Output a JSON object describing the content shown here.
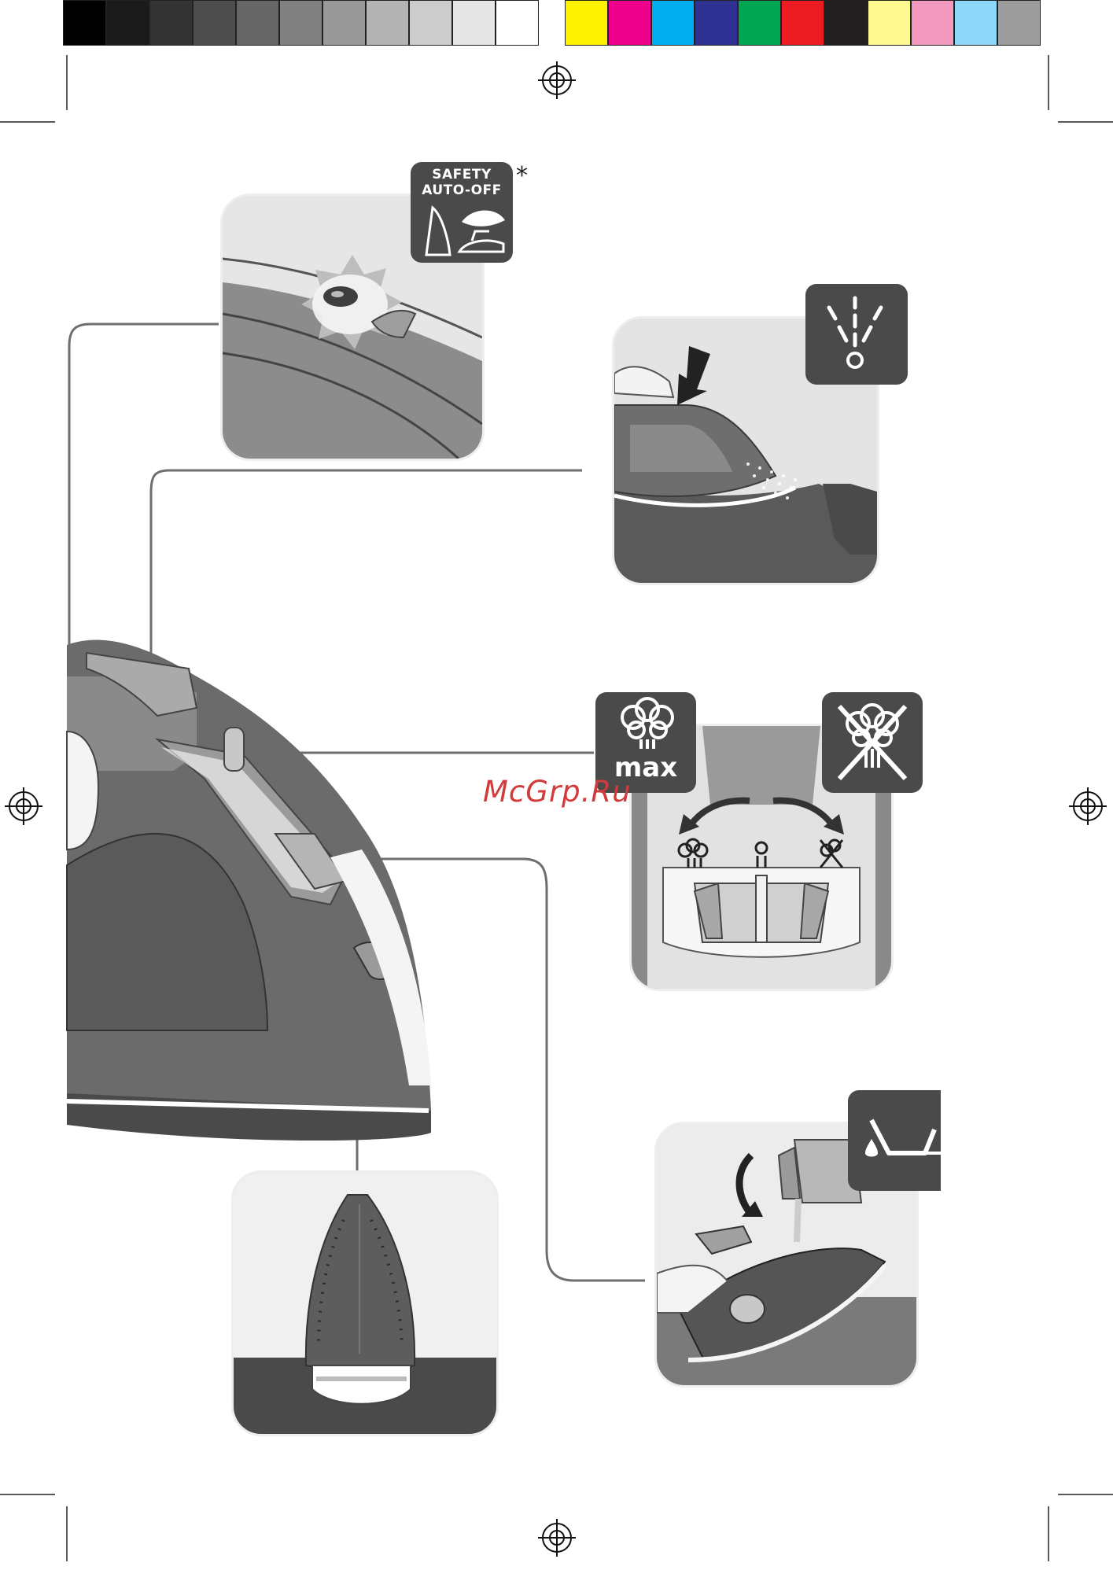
{
  "color_swatches": {
    "grays": [
      "#000000",
      "#1a1a1a",
      "#333333",
      "#4d4d4d",
      "#666666",
      "#808080",
      "#999999",
      "#b3b3b3",
      "#cccccc",
      "#e6e6e6",
      "#ffffff"
    ],
    "colors": [
      "#fff200",
      "#ec008c",
      "#00aeef",
      "#2e3192",
      "#00a651",
      "#ed1c24",
      "#231f20",
      "#fff98f",
      "#f49ac1",
      "#8dd8f8",
      "#9d9d9d"
    ]
  },
  "safety_badge": {
    "line1": "SAFETY",
    "line2": "AUTO-OFF",
    "asterisk": "*",
    "icon": "iron-positions-icon"
  },
  "spray_badge": {
    "icon": "spray-icon"
  },
  "steam_max_badge": {
    "label": "max",
    "icon": "steam-cloud-icon"
  },
  "no_steam_badge": {
    "icon": "no-steam-icon"
  },
  "fill_badge": {
    "icon": "water-fill-icon"
  },
  "watermark": "McGrp.Ru",
  "colors": {
    "pictogram": "#4a4a4a",
    "panel_bg": "#dcdcdc",
    "iron_body": "#6b6b6b",
    "leader_line": "#6e6e6e"
  }
}
